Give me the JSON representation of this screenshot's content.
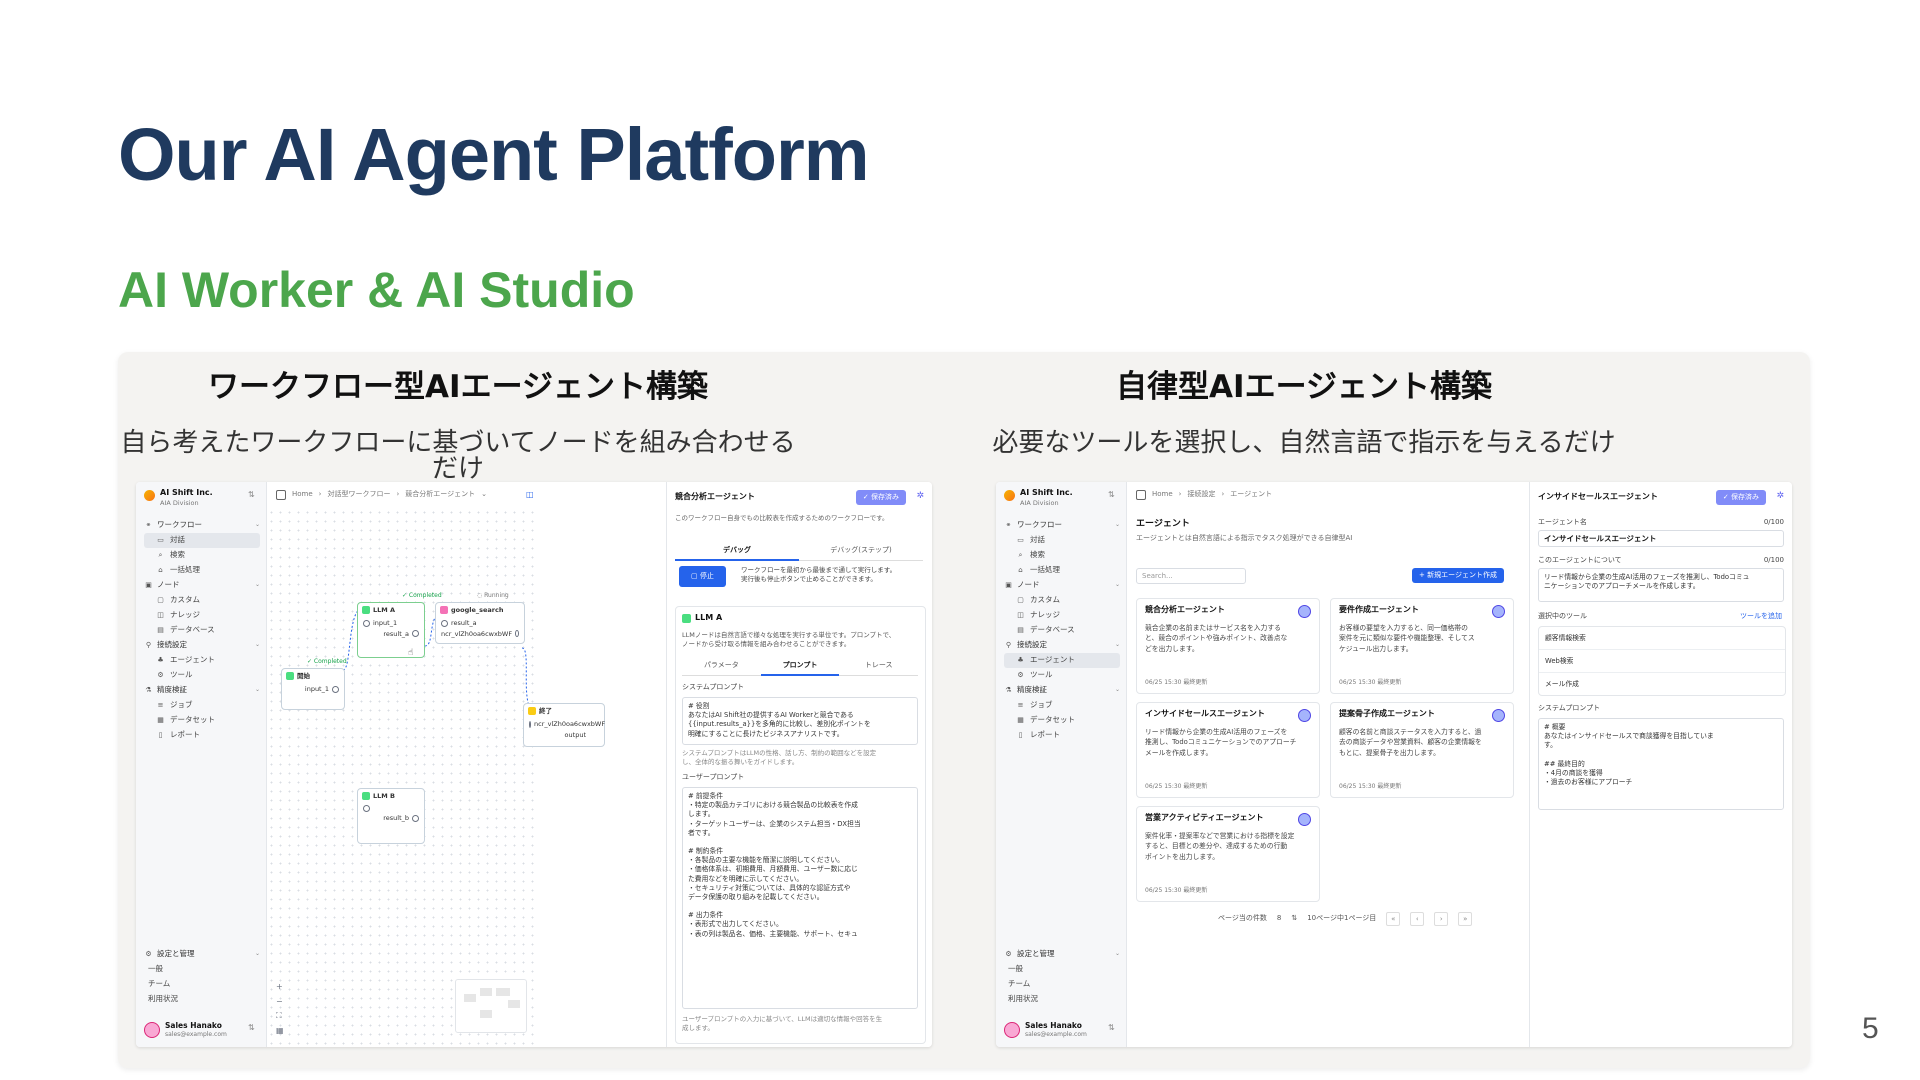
{
  "slide": {
    "title": "Our AI Agent Platform",
    "subtitle": "AI Worker & AI Studio",
    "page_number": "5"
  },
  "columns": [
    {
      "title": "ワークフロー型AIエージェント構築",
      "description": "自ら考えたワークフローに基づいてノードを組み合わせるだけ"
    },
    {
      "title": "自律型AIエージェント構築",
      "description": "必要なツールを選択し、自然言語で指示を与えるだけ"
    }
  ],
  "sidebar": {
    "org_name": "AI Shift Inc.",
    "org_division": "AIA Division",
    "groups": [
      {
        "label": "ワークフロー",
        "icon": "workflow-icon",
        "items": [
          {
            "label": "対話",
            "icon": "chat-icon"
          },
          {
            "label": "検索",
            "icon": "search-icon"
          },
          {
            "label": "一括処理",
            "icon": "batch-icon"
          }
        ]
      },
      {
        "label": "ノード",
        "icon": "node-icon",
        "items": [
          {
            "label": "カスタム",
            "icon": "custom-icon"
          },
          {
            "label": "ナレッジ",
            "icon": "book-icon"
          },
          {
            "label": "データベース",
            "icon": "database-icon"
          }
        ]
      },
      {
        "label": "接続設定",
        "icon": "link-icon",
        "items": [
          {
            "label": "エージェント",
            "icon": "agent-icon"
          },
          {
            "label": "ツール",
            "icon": "tool-icon"
          }
        ]
      },
      {
        "label": "精度検証",
        "icon": "flask-icon",
        "items": [
          {
            "label": "ジョブ",
            "icon": "job-icon"
          },
          {
            "label": "データセット",
            "icon": "dataset-icon"
          },
          {
            "label": "レポート",
            "icon": "report-icon"
          }
        ]
      }
    ],
    "settings": {
      "label": "設定と管理",
      "items": [
        "一般",
        "チーム",
        "利用状況"
      ]
    },
    "user_name": "Sales Hanako",
    "user_email": "sales@example.com"
  },
  "workflow": {
    "breadcrumb": [
      "Home",
      "対話型ワークフロー",
      "競合分析エージェント"
    ],
    "nodes": {
      "start": {
        "status": "✓ Completed",
        "title": "開始",
        "out": "input_1"
      },
      "llm_a": {
        "status": "✓ Completed",
        "title": "LLM A",
        "in": "input_1",
        "out": "result_a"
      },
      "search": {
        "status": "◌ Running",
        "title": "google_search",
        "in": "result_a",
        "out": "ncr_vlZh0oa6cwxbWF"
      },
      "end": {
        "title": "終了",
        "in": "ncr_vlZh0oa6cwxbWF",
        "out": "output"
      },
      "llm_b": {
        "title": "LLM B",
        "out": "result_b"
      }
    },
    "panel": {
      "title": "競合分析エージェント",
      "save_label": "✓ 保存済み",
      "description": "このワークフロー自身でもの比較表を作成するためのワークフローです。",
      "tabs": [
        "デバッグ",
        "デバッグ(ステップ)"
      ],
      "stop_label": "▢ 停止",
      "stop_text": [
        "ワークフローを最初から最後まで通して実行します。",
        "実行後も停止ボタンで止めることができます。"
      ],
      "node_title": "LLM A",
      "node_desc": [
        "LLMノードは自然言語で様々な処理を実行する単位です。プロンプトで、",
        "ノードから受け取る情報を組み合わせることができます。"
      ],
      "node_tabs": [
        "パラメータ",
        "プロンプト",
        "トレース"
      ],
      "system_label": "システムプロンプト",
      "system_prompt": [
        "# 役割",
        "あなたはAI Shift社の提供するAI Workerと競合である",
        "{{input.results_a}}を多角的に比較し、差別化ポイントを",
        "明確にすることに長けたビジネスアナリストです。"
      ],
      "system_help": [
        "システムプロンプトはLLMの性格、話し方、制約の範囲などを設定",
        "し、全体的な振る舞いをガイドします。"
      ],
      "user_label": "ユーザープロンプト",
      "user_prompt": [
        "# 前提条件",
        "・特定の製品カテゴリにおける競合製品の比較表を作成",
        "  します。",
        "・ターゲットユーザーは、企業のシステム担当・DX担当",
        "  者です。",
        "",
        "# 制約条件",
        "・各製品の主要な機能を簡潔に説明してください。",
        "・価格体系は、初期費用、月額費用、ユーザー数に応じ",
        "  た費用などを明確に示してください。",
        "・セキュリティ対策については、具体的な認証方式や",
        "  データ保護の取り組みを記載してください。",
        "",
        "# 出力条件",
        "・表形式で出力してください。",
        "・表の列は製品名、価格、主要機能、サポート、セキュ"
      ],
      "user_help": [
        "ユーザープロンプトの入力に基づいて、LLMは適切な情報や回答を生",
        "成します。"
      ]
    }
  },
  "agents": {
    "breadcrumb": [
      "Home",
      "接続設定",
      "エージェント"
    ],
    "heading": "エージェント",
    "subheading": "エージェントとは自然言語による指示でタスク処理ができる自律型AI",
    "search_placeholder": "Search...",
    "new_label": "+ 新規エージェント作成",
    "cards": [
      {
        "title": "競合分析エージェント",
        "desc": [
          "競合企業の名前またはサービス名を入力する",
          "と、競合のポイントや強みポイント、改善点な",
          "どを出力します。"
        ],
        "time": "06/25 15:30 最終更新"
      },
      {
        "title": "要件作成エージェント",
        "desc": [
          "お客様の要望を入力すると、同一価格帯の",
          "案件を元に類似な要件や機能整理、そしてス",
          "ケジュール出力します。"
        ],
        "time": "06/25 15:30 最終更新"
      },
      {
        "title": "インサイドセールスエージェント",
        "desc": [
          "リード情報から企業の生成AI活用のフェーズを",
          "推測し、Todoコミュニケーションでのアプローチ",
          "メールを作成します。"
        ],
        "time": "06/25 15:30 最終更新"
      },
      {
        "title": "提案骨子作成エージェント",
        "desc": [
          "顧客の名前と商談ステータスを入力すると、過",
          "去の商談データや営業資料、顧客の企業情報を",
          "もとに、提案骨子を出力します。"
        ],
        "time": "06/25 15:30 最終更新"
      },
      {
        "title": "営業アクティビティエージェント",
        "desc": [
          "案件化率・提案率などで営業における指標を設定",
          "すると、目標との差分や、達成するための行動",
          "ポイントを出力します。"
        ],
        "time": "06/25 15:30 最終更新"
      }
    ],
    "pager": {
      "per_page_label": "ページ当の件数",
      "per_page": "8",
      "range": "10ページ中1ページ目"
    },
    "detail": {
      "title": "インサイドセールスエージェント",
      "save_label": "✓ 保存済み",
      "name_label": "エージェント名",
      "name_count": "0/100",
      "name_value": "インサイドセールスエージェント",
      "about_label": "このエージェントについて",
      "about_count": "0/100",
      "about_text": [
        "リード情報から企業の生成AI活用のフェーズを推測し、Todoコミュ",
        "ニケーションでのアプローチメールを作成します。"
      ],
      "tools_label": "選択中のツール",
      "tools_add": "ツールを追加",
      "tools": [
        "顧客情報検索",
        "Web検索",
        "メール作成"
      ],
      "prompt_label": "システムプロンプト",
      "prompt": [
        "# 概要",
        "あなたはインサイドセールスで商談獲得を目指していま",
        "す。",
        "",
        "## 最終目的",
        "・4月の商談を獲得",
        "・過去のお客様にアプローチ"
      ]
    }
  }
}
